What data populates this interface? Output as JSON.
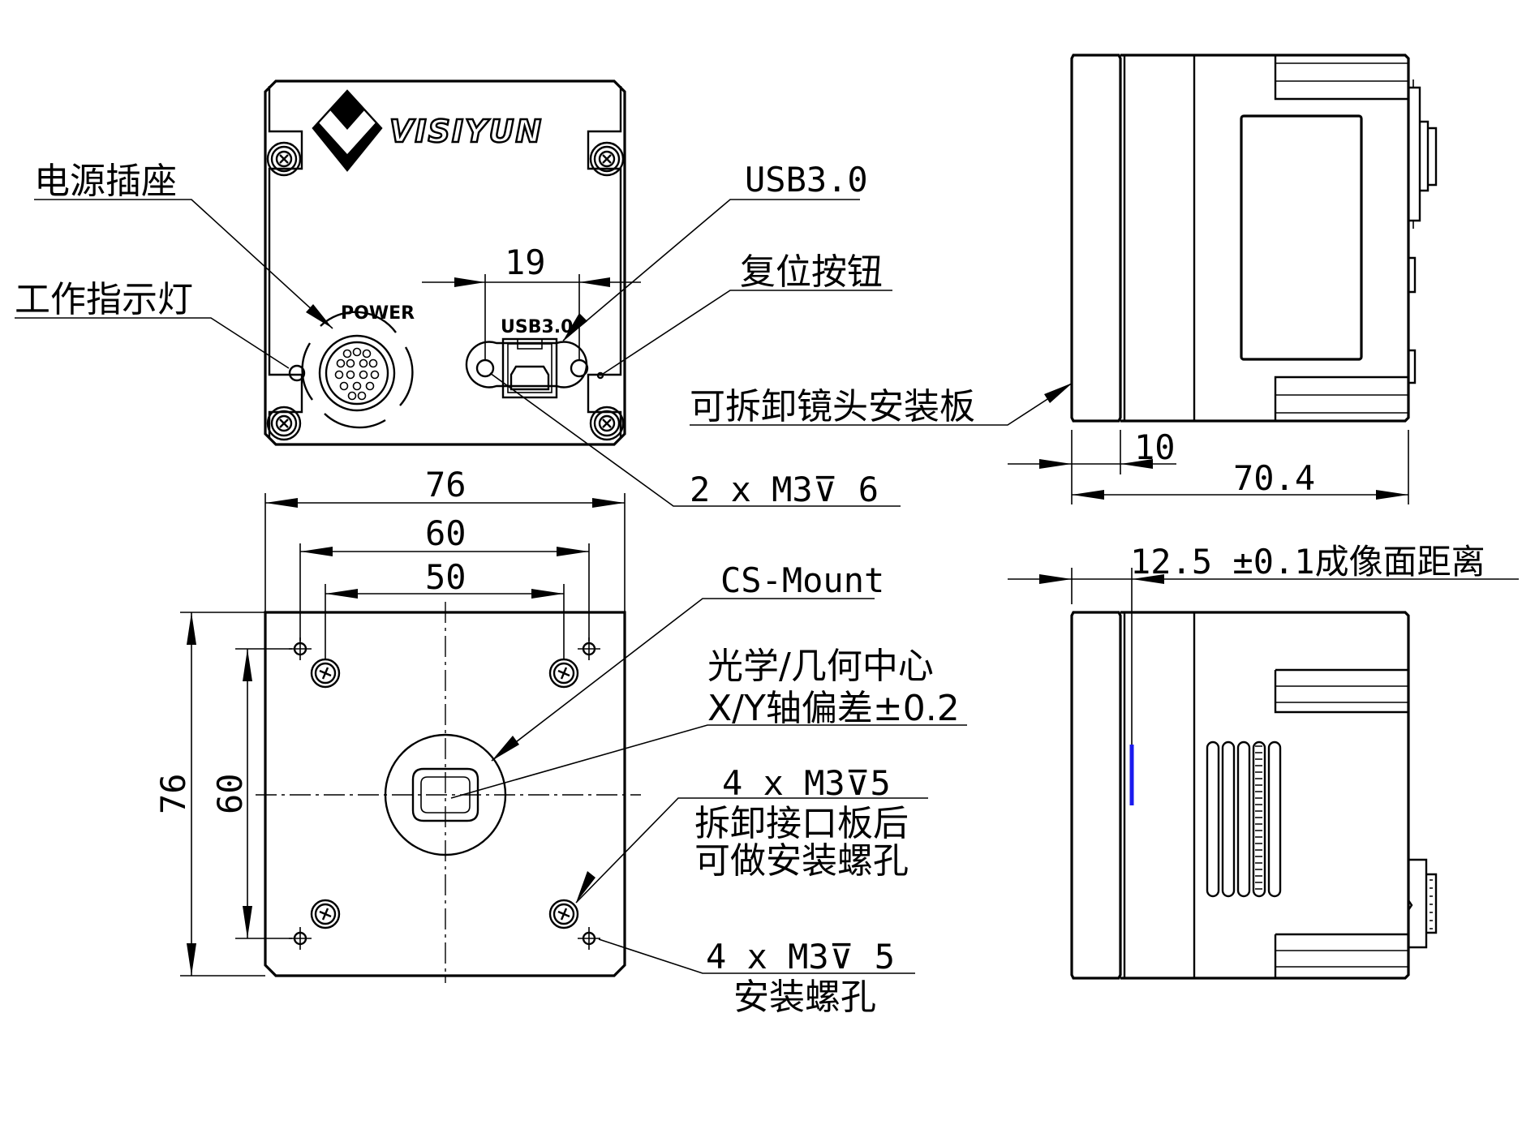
{
  "labels": {
    "power_socket": "电源插座",
    "status_light": "工作指示灯",
    "usb_port": "USB3.0",
    "reset_button": "复位按钮",
    "removable_plate": "可拆卸镜头安装板",
    "cs_mount": "CS-Mount",
    "optical_center_line1": "光学/几何中心",
    "optical_center_line2": "X/Y轴偏差±0.2",
    "holes_4x_m3_5_a": "4 x M3⊽5",
    "holes_note_line1": "拆卸接口板后",
    "holes_note_line2": "可做安装螺孔",
    "holes_4x_m3_5_b": "4 x  M3⊽ 5",
    "holes_install": "安装螺孔",
    "holes_2x_m3_6": "2 x  M3⊽ 6"
  },
  "panel": {
    "brand_logo": "VISIYUN",
    "power_label": "POWER",
    "usb_label": "USB3.0"
  },
  "dimensions": {
    "usb_spacing": "19",
    "front_width": "76",
    "hole_span_outer": "60",
    "hole_span_inner": "50",
    "front_height": "76",
    "front_hole_height": "60",
    "plate_thickness": "10",
    "body_length": "70.4",
    "flange_distance": "12.5 ±0.1成像面距离"
  },
  "colors": {
    "line": "#000000",
    "sensor_marker": "#1a1aee"
  }
}
